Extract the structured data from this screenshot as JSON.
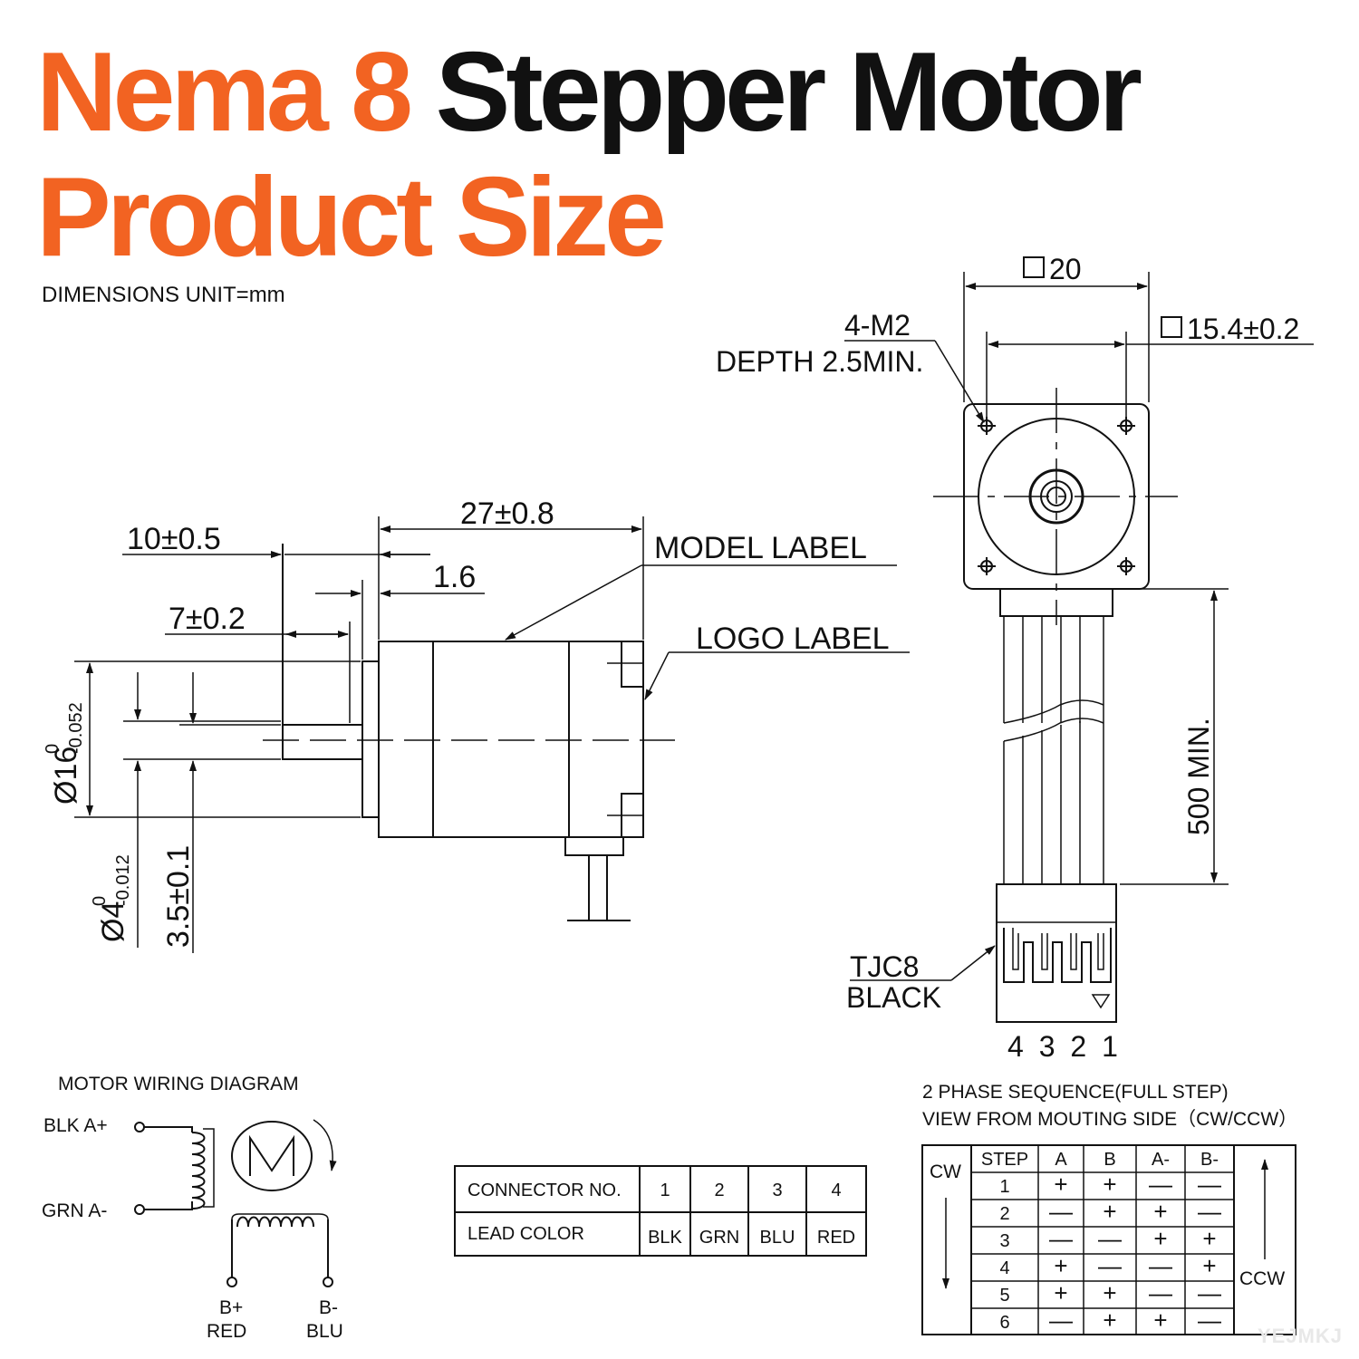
{
  "title": {
    "line1_accent": "Nema 8",
    "line1_rest": "Stepper Motor",
    "line2": "Product Size"
  },
  "units_note": "DIMENSIONS UNIT=mm",
  "colors": {
    "accent": "#f26322",
    "text": "#111111",
    "background": "#ffffff"
  },
  "side_view": {
    "overall_length": "27±0.8",
    "shaft_length": "10±0.5",
    "boss_length": "1.6",
    "flat_length": "7±0.2",
    "boss_diameter_main": "Ø16",
    "boss_diameter_upper": "0",
    "boss_diameter_lower": "-0.052",
    "shaft_diameter_main": "Ø4",
    "shaft_diameter_upper": "0",
    "shaft_diameter_lower": "-0.012",
    "flat_depth": "3.5±0.1",
    "model_label": "MODEL LABEL",
    "logo_label": "LOGO LABEL"
  },
  "front_view": {
    "frame_size": "20",
    "hole_spacing": "15.4±0.2",
    "screw_spec": "4-M2",
    "screw_depth": "DEPTH 2.5MIN.",
    "lead_length": "500 MIN.",
    "connector_model": "TJC8",
    "connector_color": "BLACK",
    "pin_numbers": "4 3 2 1"
  },
  "wiring": {
    "title": "MOTOR WIRING  DIAGRAM",
    "a_plus": "BLK  A+",
    "a_minus": "GRN  A-",
    "b_plus": "B+",
    "b_plus_color": "RED",
    "b_minus": "B-",
    "b_minus_color": "BLU",
    "motor_symbol": "M"
  },
  "connector_table": {
    "row1_label": "CONNECTOR NO.",
    "numbers": [
      "1",
      "2",
      "3",
      "4"
    ],
    "row2_label": "LEAD COLOR",
    "colors": [
      "BLK",
      "GRN",
      "BLU",
      "RED"
    ]
  },
  "sequence": {
    "title_line1": "2 PHASE SEQUENCE(FULL STEP)",
    "title_line2": "VIEW FROM MOUTING SIDE（CW/CCW）",
    "cw_label": "CW",
    "ccw_label": "CCW",
    "headers": [
      "STEP",
      "A",
      "B",
      "A-",
      "B-"
    ],
    "rows": [
      [
        "1",
        "+",
        "+",
        "—",
        "—"
      ],
      [
        "2",
        "—",
        "+",
        "+",
        "—"
      ],
      [
        "3",
        "—",
        "—",
        "+",
        "+"
      ],
      [
        "4",
        "+",
        "—",
        "—",
        "+"
      ],
      [
        "5",
        "+",
        "+",
        "—",
        "—"
      ],
      [
        "6",
        "—",
        "+",
        "+",
        "—"
      ]
    ]
  },
  "watermark": "YEJMKJ"
}
